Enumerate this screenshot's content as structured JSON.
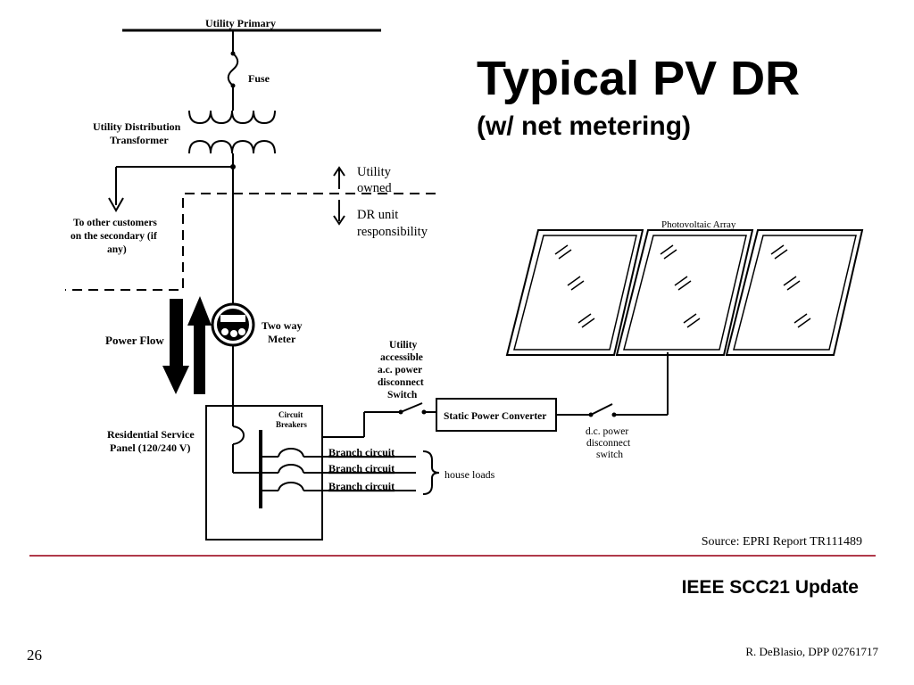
{
  "slide": {
    "title": "Typical PV DR",
    "subtitle": "(w/ net metering)",
    "source": "Source: EPRI Report TR111489",
    "footer_title": "IEEE SCC21 Update",
    "page_number": "26",
    "author": "R. DeBlasio, DPP 02761717"
  },
  "diagram": {
    "utility_primary": "Utility Primary",
    "fuse": "Fuse",
    "transformer": [
      "Utility Distribution",
      "Transformer"
    ],
    "other_customers": [
      "To other customers",
      "on the secondary (if",
      "any)"
    ],
    "utility_owned": [
      "Utility",
      "owned"
    ],
    "dr_responsibility": [
      "DR unit",
      "responsibility"
    ],
    "power_flow": "Power Flow",
    "meter": [
      "Two way",
      "Meter"
    ],
    "panel": [
      "Residential Service",
      "Panel (120/240 V)"
    ],
    "circuit_breakers": [
      "Circuit",
      "Breakers"
    ],
    "branch_circuits": [
      "Branch circuit",
      "Branch circuit",
      "Branch circuit"
    ],
    "house_loads": "house loads",
    "ac_disconnect": [
      "Utility",
      "accessible",
      "a.c. power",
      "disconnect",
      "Switch"
    ],
    "converter": "Static Power Converter",
    "dc_disconnect": [
      "d.c. power",
      "disconnect",
      "switch"
    ],
    "pv_array": "Photovoltaic Array"
  }
}
